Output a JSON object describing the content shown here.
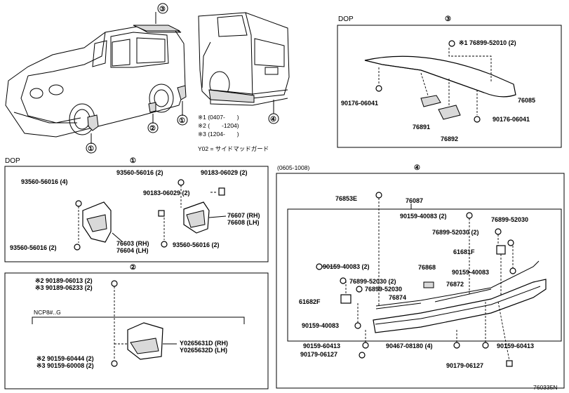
{
  "overview": {
    "callouts": [
      "③",
      "①",
      "②",
      "①",
      "④"
    ],
    "notes": [
      "※1 (0407-　　)",
      "※2 (　　-1204)",
      "※3 (1204-　　)"
    ],
    "y02": "Y02 = サイドマッドガード"
  },
  "panel3": {
    "tag": "DOP",
    "num": "③",
    "parts": [
      "※1 76899-52010 (2)",
      "90176-06041",
      "76085",
      "76891",
      "76892",
      "90176-06041"
    ]
  },
  "panel1": {
    "tag": "DOP",
    "num": "①",
    "parts": [
      "93560-56016 (2)",
      "90183-06029 (2)",
      "93560-56016 (4)",
      "90183-06029 (2)",
      "76607 (RH)",
      "76608 (LH)",
      "76603 (RH)",
      "76604 (LH)",
      "93560-56016 (2)",
      "93560-56016 (2)"
    ]
  },
  "panel2": {
    "num": "②",
    "parts": [
      "※2 90189-06013 (2)",
      "※3 90189-06233 (2)",
      "NCP8#..G",
      "Y0265631D (RH)",
      "Y0265632D (LH)",
      "※2 90159-60444 (2)",
      "※3 90159-60008 (2)"
    ]
  },
  "panel4": {
    "range": "(0605-1008)",
    "num": "④",
    "parts": [
      "76853E",
      "76087",
      "90159-40083 (2)",
      "76899-52030",
      "76899-52030 (2)",
      "61681F",
      "90159-40083 (2)",
      "76868",
      "90159-40083",
      "76899-52030 (2)",
      "76899-52030",
      "76872",
      "61682F",
      "76874",
      "90159-40083",
      "90159-60413",
      "90467-08180 (4)",
      "90159-60413",
      "90179-06127",
      "90179-06127"
    ]
  },
  "footer": {
    "code": "760335N"
  }
}
